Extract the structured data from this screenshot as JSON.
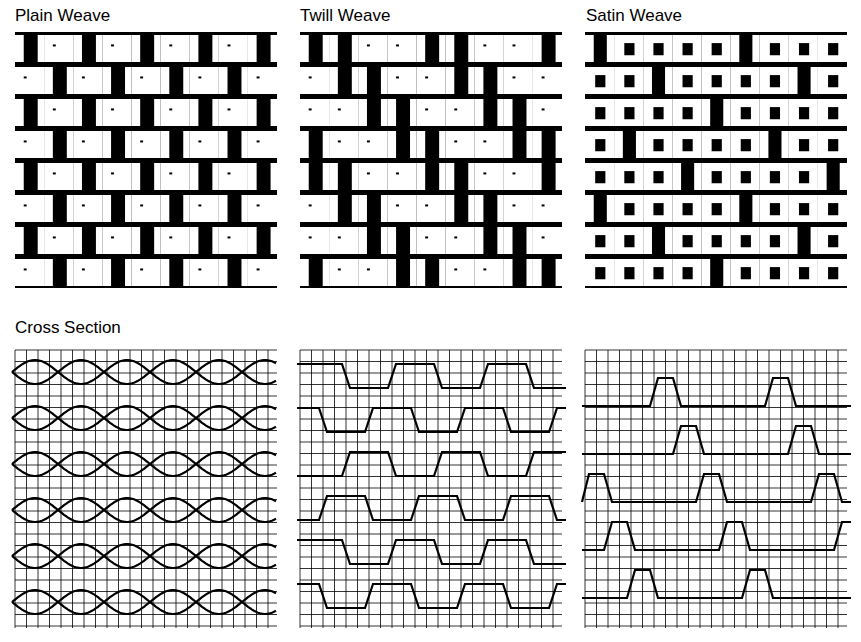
{
  "diagram": {
    "labels": [
      "Plain Weave",
      "Twill Weave",
      "Satin Weave",
      "Cross Section"
    ]
  }
}
